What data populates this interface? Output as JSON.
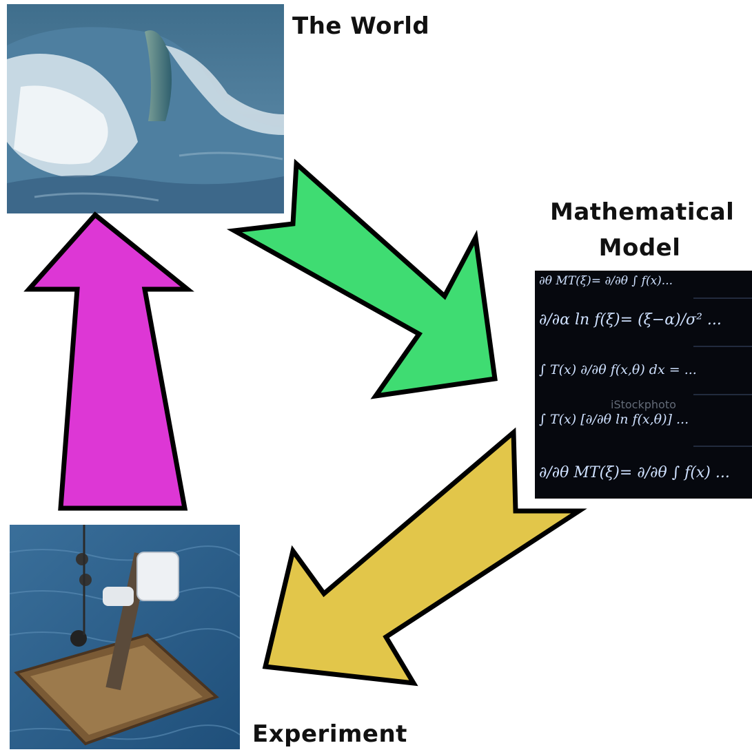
{
  "diagram": {
    "nodes": {
      "world": {
        "label": "The World",
        "image": "breaking-ocean-wave"
      },
      "model": {
        "label_line1": "Mathematical",
        "label_line2": "Model",
        "image": "chalkboard-equations",
        "watermark": "iStockphoto"
      },
      "experiment": {
        "label": "Experiment",
        "image": "wave-energy-device-on-raft"
      }
    },
    "edges": [
      {
        "from": "The World",
        "to": "Mathematical Model",
        "color": "#3fdc72"
      },
      {
        "from": "Mathematical Model",
        "to": "Experiment",
        "color": "#e2c64a"
      },
      {
        "from": "Experiment",
        "to": "The World",
        "color": "#dd37d5"
      }
    ]
  }
}
